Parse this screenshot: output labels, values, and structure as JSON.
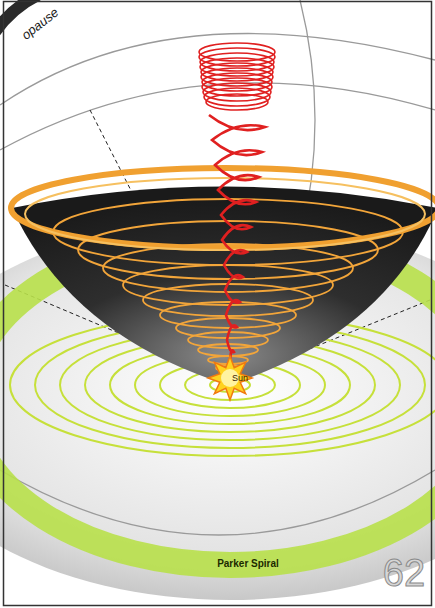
{
  "diagram": {
    "labels": [
      "opause",
      "Sun",
      "Parker Spiral",
      "62"
    ]
  }
}
